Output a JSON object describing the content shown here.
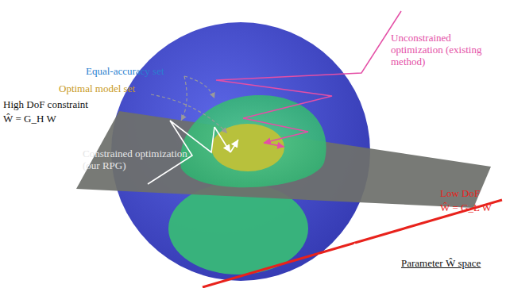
{
  "diagram": {
    "labels": [
      "Unconstrained optimization (existing method)",
      "Equal-accuracy set",
      "Optimal model set",
      "High DoF constraint",
      "Ŵ = G_H W",
      "Constrained optimization (our RPG)",
      "Low DoF",
      "Ŵ = G_L W",
      "Parameter Ŵ space"
    ]
  }
}
